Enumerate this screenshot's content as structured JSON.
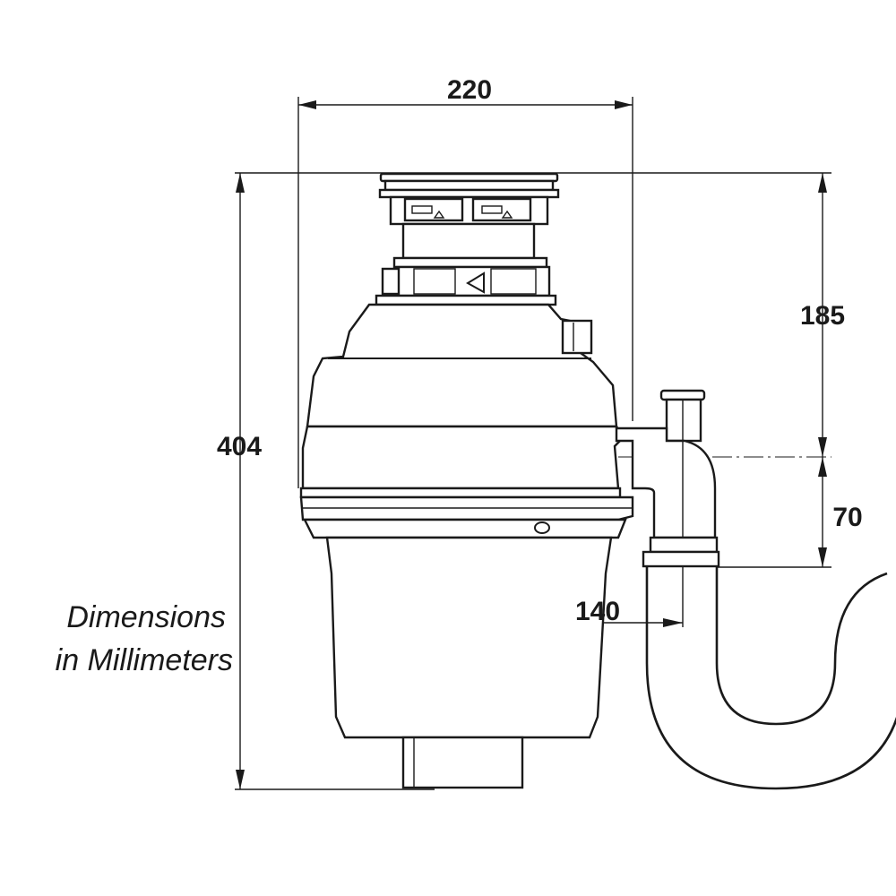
{
  "dimensions": {
    "width_total": "220",
    "height_total": "404",
    "inlet_to_outlet": "185",
    "outlet_to_tailpiece": "70",
    "center_to_outlet": "140"
  },
  "note": {
    "line1": "Dimensions",
    "line2": "in Millimeters"
  }
}
